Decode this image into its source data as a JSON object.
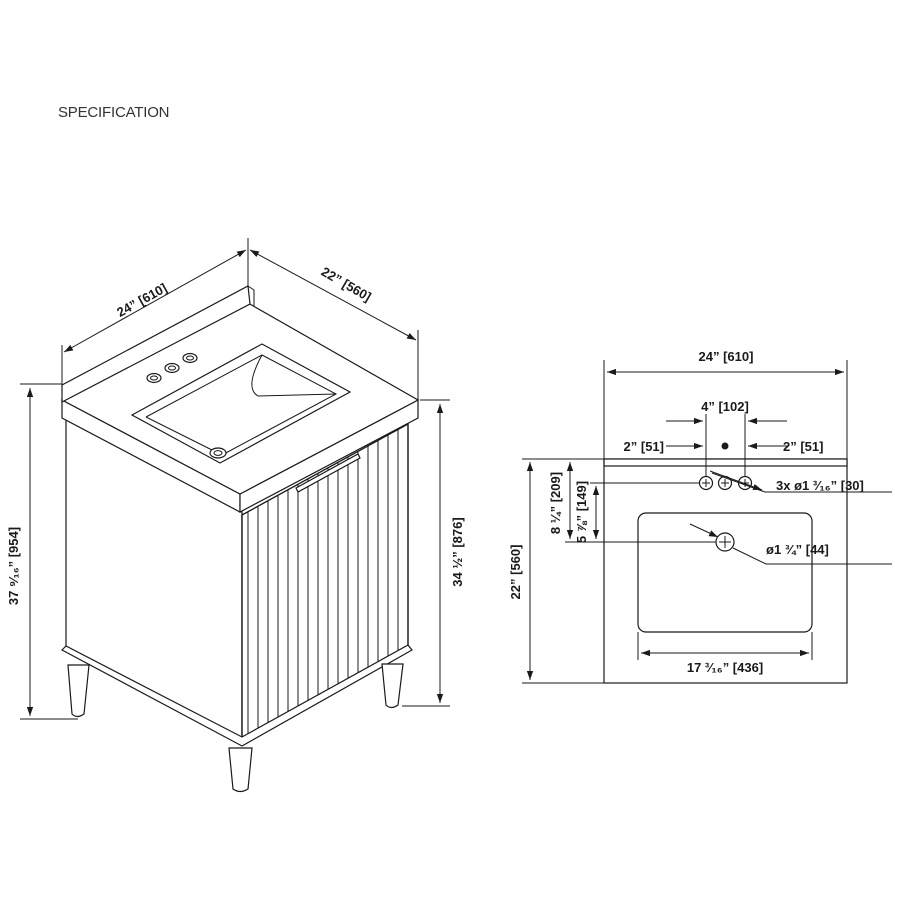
{
  "title": "SPECIFICATION",
  "colors": {
    "line": "#1a1a1a",
    "background": "#ffffff"
  },
  "iso_view": {
    "width": "24” [610]",
    "depth": "22” [560]",
    "total_height": "37 ⁹⁄₁₆” [954]",
    "counter_height": "34 ½” [876]"
  },
  "top_view": {
    "width": "24” [610]",
    "hole_spacing": "4” [102]",
    "left_offset": "2” [51]",
    "right_offset": "2” [51]",
    "faucet_holes": "3x ø1 ³⁄₁₆” [30]",
    "depth": "22” [560]",
    "drain_depth": "8 ¼” [209]",
    "basin_offset": "5 ⅞” [149]",
    "drain_diameter": "ø1 ¾” [44]",
    "basin_width": "17 ³⁄₁₆” [436]"
  }
}
